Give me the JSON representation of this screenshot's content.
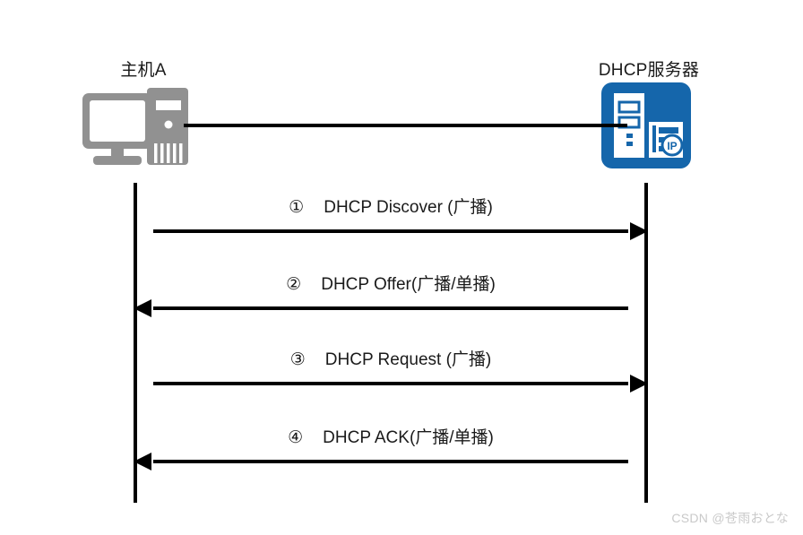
{
  "diagram": {
    "title_host": "主机A",
    "title_server": "DHCP服务器",
    "nodes": [
      {
        "id": "host",
        "label": "主机A",
        "icon": "desktop-computer-icon",
        "color": "#919191"
      },
      {
        "id": "server",
        "label": "DHCP服务器",
        "icon": "dhcp-server-icon",
        "color": "#1566ab"
      }
    ],
    "messages": [
      {
        "index": "①",
        "label": "DHCP Discover (广播)",
        "direction": "right"
      },
      {
        "index": "②",
        "label": "DHCP Offer(广播/单播)",
        "direction": "left"
      },
      {
        "index": "③",
        "label": "DHCP Request (广播)",
        "direction": "right"
      },
      {
        "index": "④",
        "label": "DHCP ACK(广播/单播)",
        "direction": "left"
      }
    ]
  },
  "watermark": {
    "text": "CSDN @苍雨おとな"
  },
  "colors": {
    "line": "#000000",
    "server_blue": "#1566ab",
    "host_gray": "#919191",
    "text": "#1a1a1a",
    "watermark": "#c9c9c9"
  }
}
